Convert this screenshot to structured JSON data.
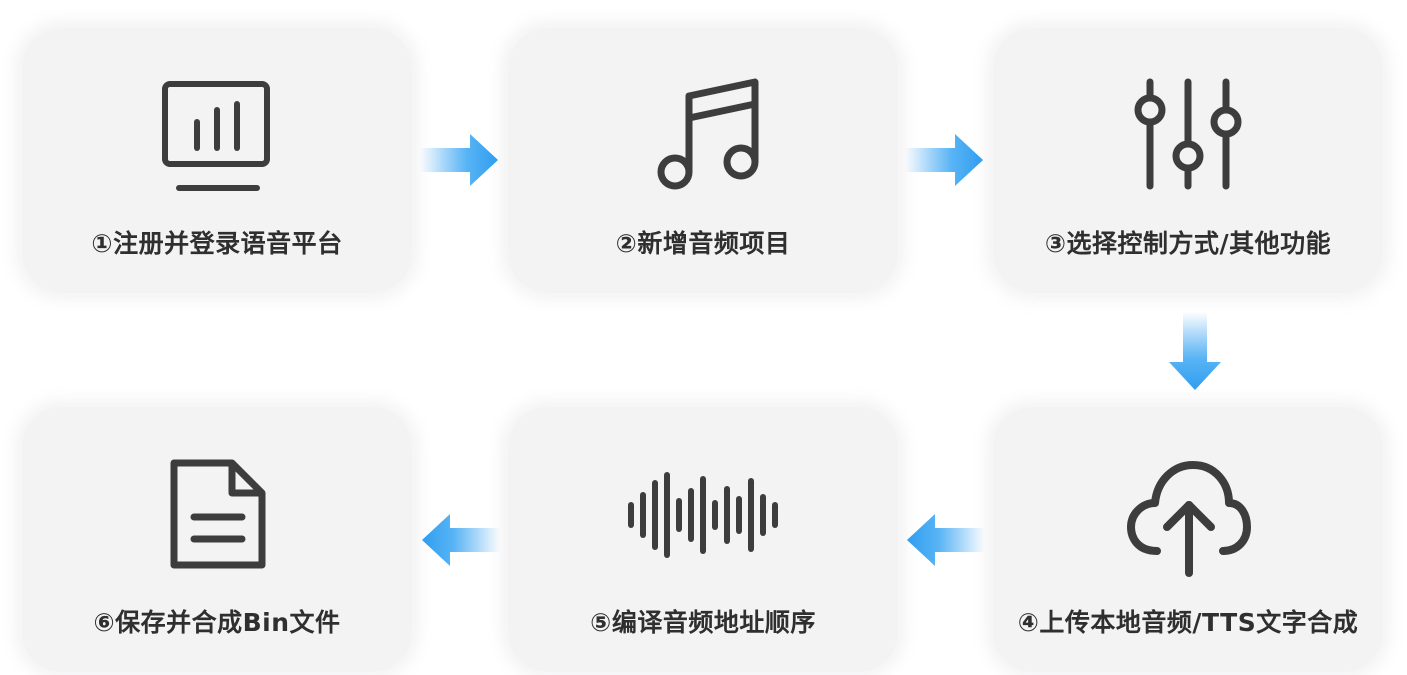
{
  "steps": [
    {
      "label": "①注册并登录语音平台",
      "icon": "dashboard-monitor-icon"
    },
    {
      "label": "②新增音频项目",
      "icon": "music-note-icon"
    },
    {
      "label": "③选择控制方式/其他功能",
      "icon": "sliders-icon"
    },
    {
      "label": "④上传本地音频/TTS文字合成",
      "icon": "cloud-upload-icon"
    },
    {
      "label": "⑤编译音频地址顺序",
      "icon": "audio-waveform-icon"
    },
    {
      "label": "⑥保存并合成Bin文件",
      "icon": "document-icon"
    }
  ],
  "colors": {
    "card_background": "#f3f3f4",
    "icon_stroke": "#3d3d3d",
    "label_text": "#2f2f2f",
    "arrow": "#2f9df0"
  }
}
